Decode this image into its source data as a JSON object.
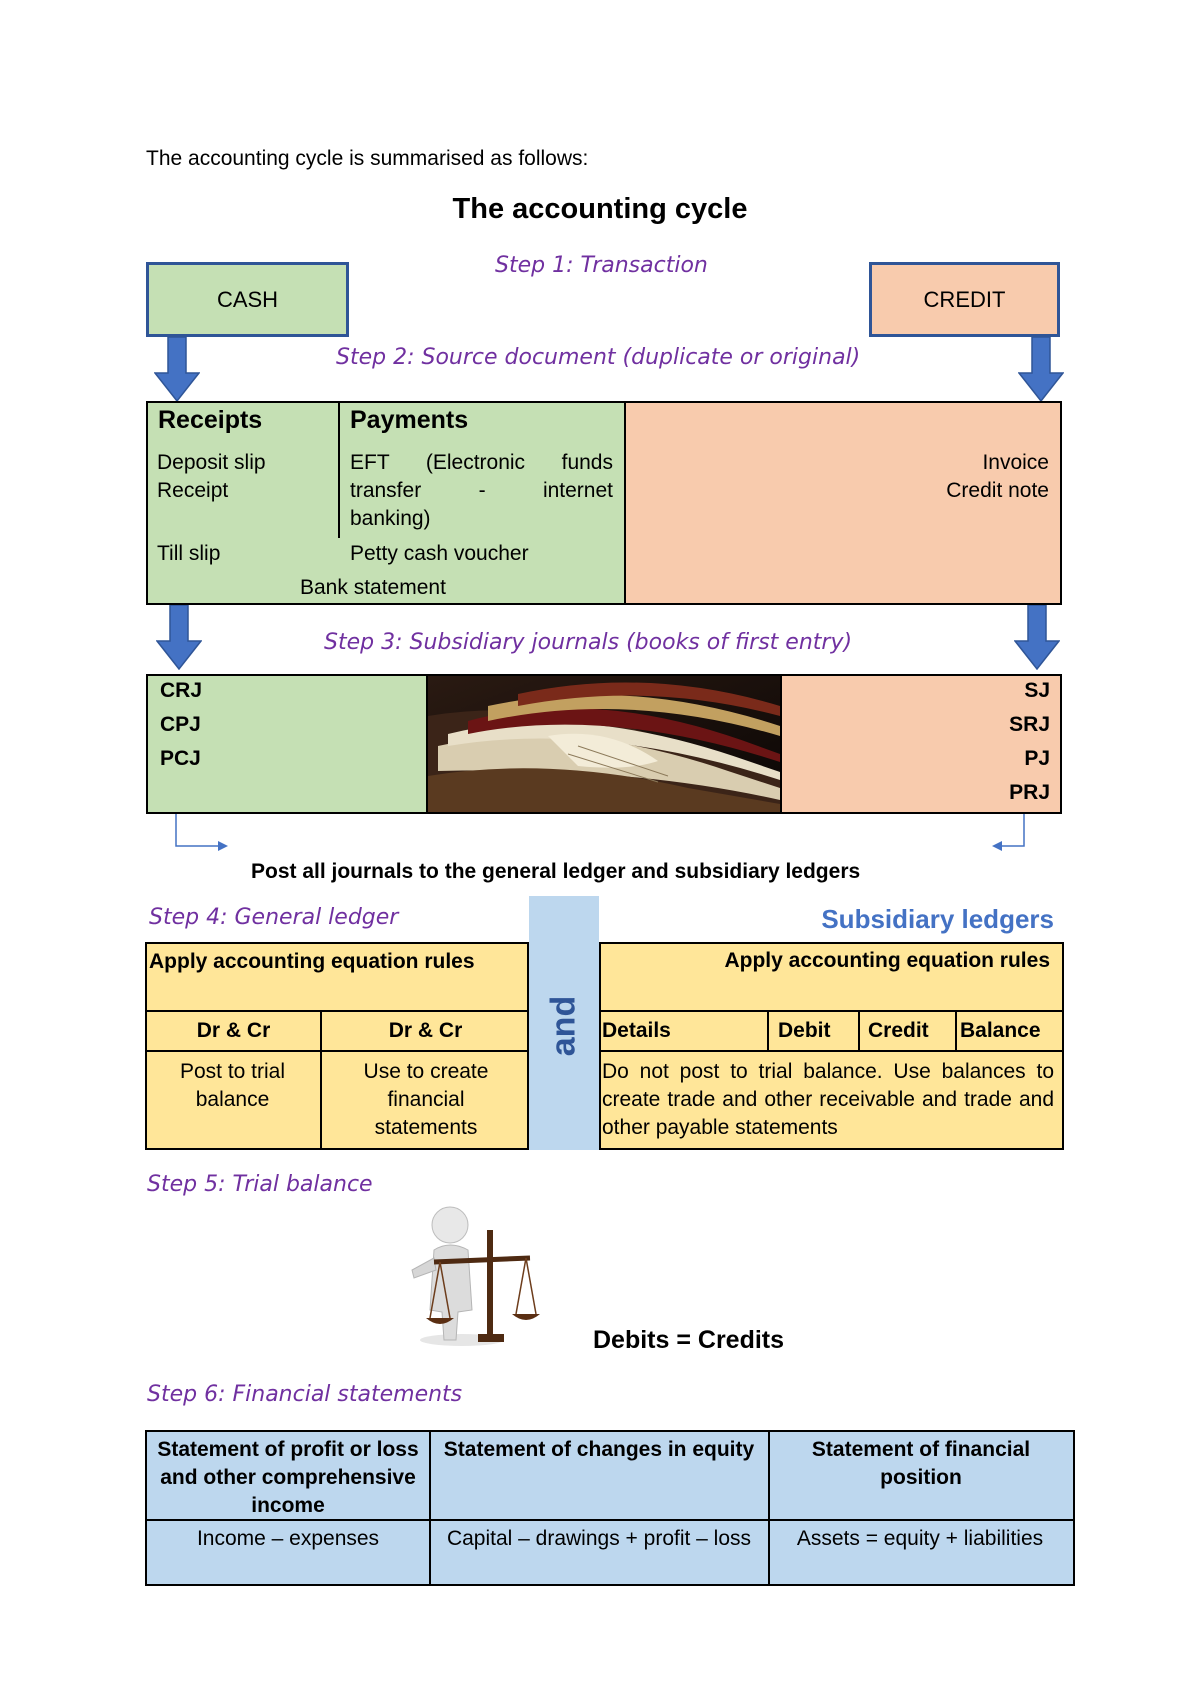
{
  "intro": "The accounting cycle is summarised as follows:",
  "title": "The accounting cycle",
  "step1": "Step 1: Transaction",
  "cash_label": "CASH",
  "credit_label": "CREDIT",
  "step2": "Step 2: Source document (duplicate or original)",
  "source_docs": {
    "receipts_header": "Receipts",
    "payments_header": "Payments",
    "receipts_items": [
      "Deposit slip",
      "Receipt",
      "Till slip"
    ],
    "payments_items": [
      "EFT (Electronic funds",
      "transfer - internet",
      "banking)",
      "Petty cash voucher"
    ],
    "bank_statement": "Bank statement",
    "credit_items": [
      "Invoice",
      "Credit note"
    ]
  },
  "step3": "Step 3: Subsidiary journals (books of first entry)",
  "cash_journals": [
    "CRJ",
    "CPJ",
    "PCJ"
  ],
  "credit_journals": [
    "SJ",
    "SRJ",
    "PJ",
    "PRJ"
  ],
  "post_text": "Post all journals to the general ledger and subsidiary ledgers",
  "step4": "Step 4: General ledger",
  "subsidiary_title": "Subsidiary ledgers",
  "and_label": "and",
  "gl": {
    "rules": "Apply accounting equation rules",
    "col1": "Dr & Cr",
    "col2": "Dr & Cr",
    "cell1": "Post to trial balance",
    "cell2": "Use to create financial statements"
  },
  "sl": {
    "rules": "Apply accounting equation rules",
    "cols": [
      "Details",
      "Debit",
      "Credit",
      "Balance"
    ],
    "note": "Do not post to trial balance. Use balances to create trade and other receivable and trade and other payable statements"
  },
  "step5": "Step 5: Trial balance",
  "equation": "Debits = Credits",
  "step6": "Step 6: Financial statements",
  "fs": {
    "headers": [
      "Statement of profit or loss and other comprehensive income",
      "Statement of changes in equity",
      "Statement of financial position"
    ],
    "values": [
      "Income – expenses",
      "Capital – drawings + profit – loss",
      "Assets = equity + liabilities"
    ]
  },
  "colors": {
    "cash": "#c5e0b4",
    "credit": "#f8cbad",
    "ledger": "#ffe699",
    "statements": "#bdd7ee",
    "step": "#7030a0",
    "arrow": "#4472c4"
  }
}
